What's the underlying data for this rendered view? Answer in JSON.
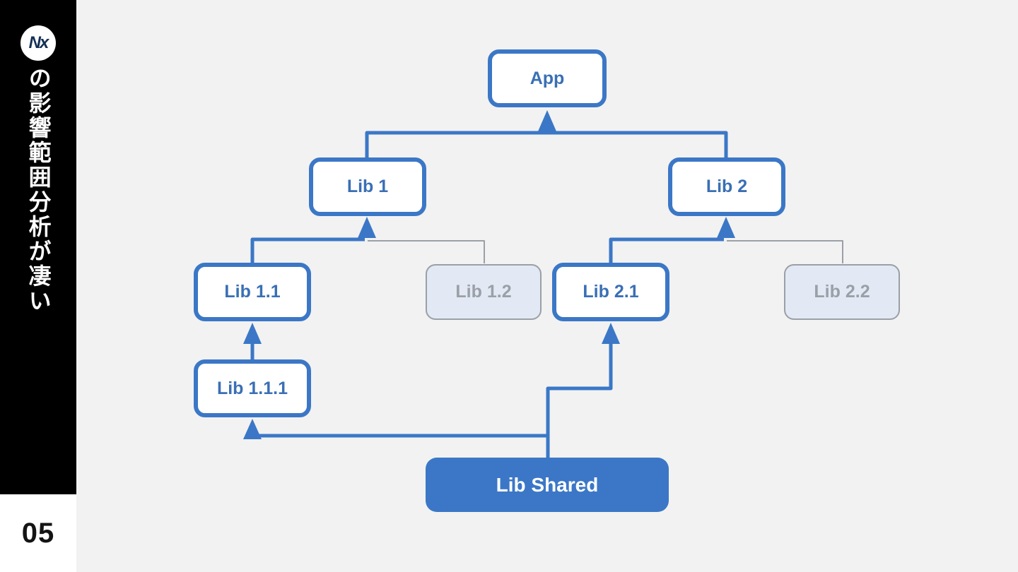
{
  "sidebar": {
    "logo_text": "Nx",
    "title_vertical": "の影響範囲分析が凄い",
    "page_number": "05"
  },
  "diagram": {
    "nodes": [
      {
        "id": "app",
        "label": "App",
        "state": "active"
      },
      {
        "id": "lib1",
        "label": "Lib 1",
        "state": "active"
      },
      {
        "id": "lib2",
        "label": "Lib 2",
        "state": "active"
      },
      {
        "id": "lib11",
        "label": "Lib 1.1",
        "state": "active"
      },
      {
        "id": "lib12",
        "label": "Lib 1.2",
        "state": "inactive"
      },
      {
        "id": "lib21",
        "label": "Lib 2.1",
        "state": "active"
      },
      {
        "id": "lib22",
        "label": "Lib 2.2",
        "state": "inactive"
      },
      {
        "id": "lib111",
        "label": "Lib 1.1.1",
        "state": "active"
      },
      {
        "id": "libshared",
        "label": "Lib Shared",
        "state": "highlighted"
      }
    ],
    "edges": [
      {
        "from": "Lib 1",
        "to": "App",
        "style": "highlighted-arrow"
      },
      {
        "from": "Lib 2",
        "to": "App",
        "style": "highlighted-arrow"
      },
      {
        "from": "Lib 1.1",
        "to": "Lib 1",
        "style": "highlighted-arrow"
      },
      {
        "from": "Lib 1.2",
        "to": "Lib 1",
        "style": "dimmed"
      },
      {
        "from": "Lib 2.1",
        "to": "Lib 2",
        "style": "highlighted-arrow"
      },
      {
        "from": "Lib 2.2",
        "to": "Lib 2",
        "style": "dimmed"
      },
      {
        "from": "Lib 1.1.1",
        "to": "Lib 1.1",
        "style": "highlighted-arrow"
      },
      {
        "from": "Lib Shared",
        "to": "Lib 2.1",
        "style": "highlighted-arrow"
      },
      {
        "from": "Lib Shared",
        "to": "Lib 1.1.1",
        "style": "highlighted-arrow"
      }
    ],
    "colors": {
      "accent_blue": "#3b77c6",
      "node_text_blue": "#3a6fb5",
      "inactive_gray": "#9aa0a6",
      "inactive_fill": "#e3e8f5",
      "background": "#f2f2f2",
      "sidebar_bg": "#000000",
      "logo_navy": "#143055"
    }
  }
}
